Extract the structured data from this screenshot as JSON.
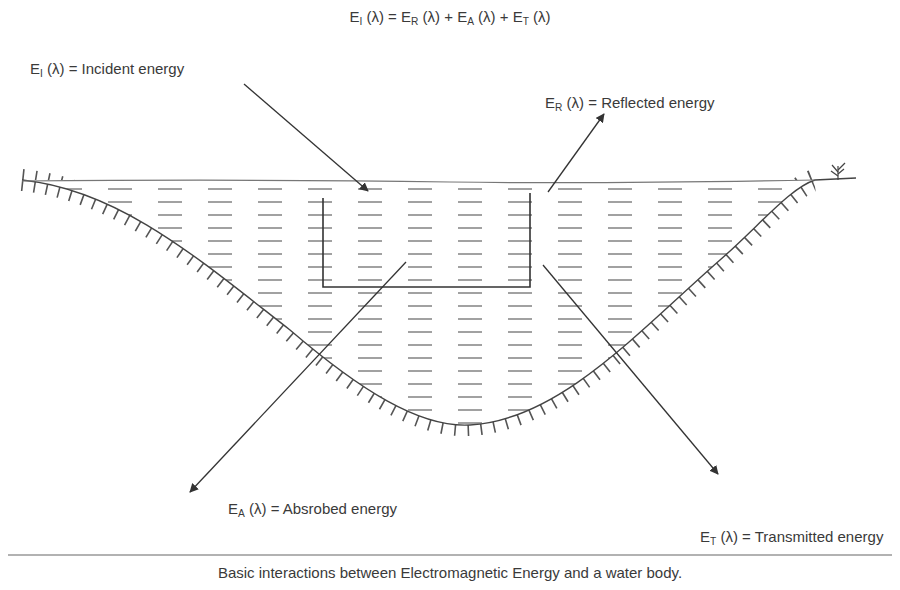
{
  "diagram": {
    "title": "EI (λ) = ER (λ) + EA (λ) + ET (λ)",
    "caption": "Basic interactions between Electromagnetic Energy and a water body.",
    "labels": [
      "EI (λ) = Incident energy",
      "ER (λ) = Reflected energy",
      "EA (λ) = Absrobed energy",
      "ET (λ) = Transmitted energy"
    ]
  }
}
